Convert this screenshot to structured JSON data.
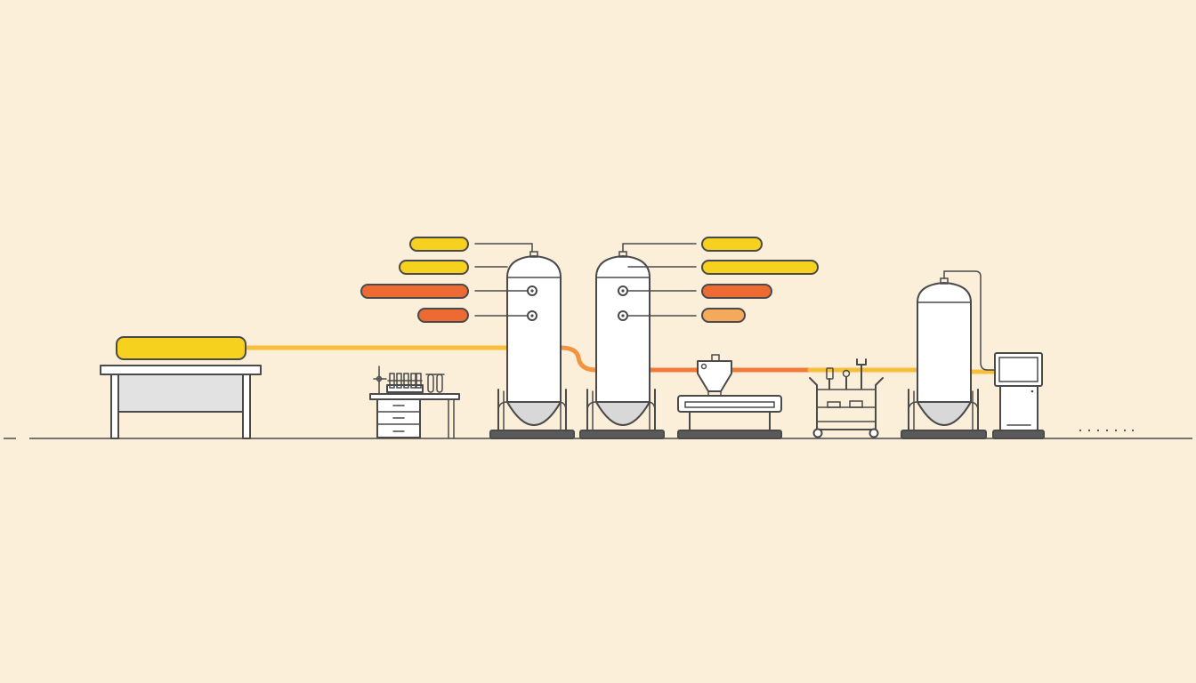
{
  "colors": {
    "background": "#FBEFD9",
    "outline": "#4A4A4A",
    "yellow": "#F6D21F",
    "orange": "#EE6A33",
    "light_orange": "#F5A95A",
    "flow_yellow": "#F7BE3A",
    "flow_orange": "#F07C3A",
    "tank_fill": "#FFFFFF",
    "tank_bottom": "#D8D8D8",
    "table_panel": "#E2E2E2",
    "base_dark": "#5A5A5A"
  },
  "labels": [
    {
      "group": "tank-1",
      "color": "yellow"
    },
    {
      "group": "tank-1",
      "color": "yellow"
    },
    {
      "group": "tank-1",
      "color": "orange"
    },
    {
      "group": "tank-1",
      "color": "orange"
    },
    {
      "group": "tank-2",
      "color": "yellow"
    },
    {
      "group": "tank-2",
      "color": "yellow"
    },
    {
      "group": "tank-2",
      "color": "orange"
    },
    {
      "group": "tank-2",
      "color": "light_orange"
    }
  ],
  "equipment": [
    {
      "name": "workbench",
      "icon": "table-with-yellow-pad"
    },
    {
      "name": "lab-bench",
      "icon": "test-tube-rack-desk"
    },
    {
      "name": "tank-1",
      "icon": "conical-vessel"
    },
    {
      "name": "tank-2",
      "icon": "conical-vessel"
    },
    {
      "name": "hopper-mixer",
      "icon": "hopper-on-table"
    },
    {
      "name": "tool-cart",
      "icon": "wrench-cart"
    },
    {
      "name": "tank-3",
      "icon": "conical-vessel"
    },
    {
      "name": "control-terminal",
      "icon": "monitor-kiosk"
    }
  ]
}
